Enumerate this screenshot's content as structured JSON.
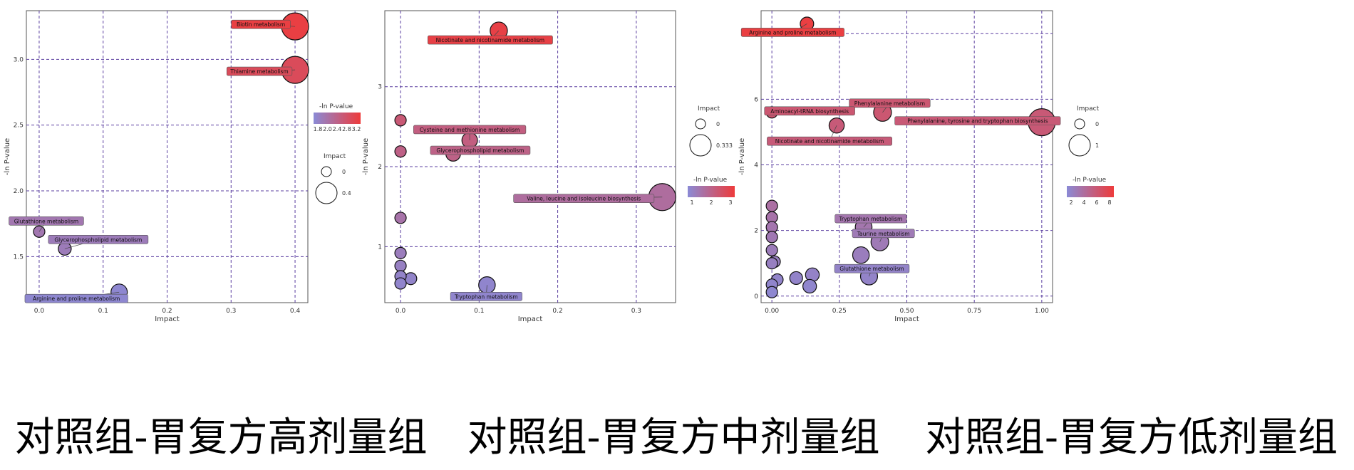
{
  "chart_data": [
    {
      "type": "scatter",
      "xlabel": "Impact",
      "ylabel": "-ln P-value",
      "xlim": [
        -0.02,
        0.42
      ],
      "ylim": [
        1.15,
        3.37
      ],
      "x_ticks": [
        "0.0",
        "0.1",
        "0.2",
        "0.3",
        "0.4"
      ],
      "y_ticks": [
        "1.5",
        "2.0",
        "2.5",
        "3.0"
      ],
      "grid": true,
      "color_legend": {
        "title": "-ln P-value",
        "ticks": [
          "1.8",
          "2.0",
          "2.4",
          "2.8",
          "3.2"
        ],
        "low_color": "#8a8ad6",
        "high_color": "#ee3b3b"
      },
      "size_legend": {
        "title": "Impact",
        "ticks": [
          "0",
          "0.4"
        ]
      },
      "caption": "对照组-胃复方高剂量组",
      "points": [
        {
          "x": 0.4,
          "y": 3.25,
          "label": "Biotin metabolism"
        },
        {
          "x": 0.4,
          "y": 2.92,
          "label": "Thiamine metabolism"
        },
        {
          "x": 0.0,
          "y": 1.69,
          "label": "Glutathione metabolism"
        },
        {
          "x": 0.04,
          "y": 1.56,
          "label": "Glycerophospholipid metabolism"
        },
        {
          "x": 0.125,
          "y": 1.23,
          "label": "Arginine and proline metabolism"
        }
      ]
    },
    {
      "type": "scatter",
      "xlabel": "Impact",
      "ylabel": "-ln P-value",
      "xlim": [
        -0.02,
        0.35
      ],
      "ylim": [
        0.3,
        3.95
      ],
      "x_ticks": [
        "0.0",
        "0.1",
        "0.2",
        "0.3"
      ],
      "y_ticks": [
        "1",
        "2",
        "3"
      ],
      "grid": true,
      "color_legend": {
        "title": "-ln P-value",
        "ticks": [
          "1",
          "2",
          "3"
        ],
        "low_color": "#8a8ad6",
        "high_color": "#ee3b3b"
      },
      "size_legend": {
        "title": "Impact",
        "ticks": [
          "0",
          "0.333"
        ]
      },
      "caption": "对照组-胃复方中剂量组",
      "points": [
        {
          "x": 0.125,
          "y": 3.7,
          "label": "Nicotinate and nicotinamide metabolism"
        },
        {
          "x": 0.088,
          "y": 2.33,
          "label": "Cysteine and methionine metabolism"
        },
        {
          "x": 0.067,
          "y": 2.16,
          "label": "Glycerophospholipid metabolism"
        },
        {
          "x": 0.333,
          "y": 1.62,
          "label": "Valine, leucine and isoleucine biosynthesis"
        },
        {
          "x": 0.11,
          "y": 0.52,
          "label": "Tryptophan metabolism"
        },
        {
          "x": 0.0,
          "y": 2.58,
          "label": ""
        },
        {
          "x": 0.0,
          "y": 2.19,
          "label": ""
        },
        {
          "x": 0.0,
          "y": 1.36,
          "label": ""
        },
        {
          "x": 0.0,
          "y": 0.92,
          "label": ""
        },
        {
          "x": 0.0,
          "y": 0.76,
          "label": ""
        },
        {
          "x": 0.0,
          "y": 0.63,
          "label": ""
        },
        {
          "x": 0.0,
          "y": 0.54,
          "label": ""
        },
        {
          "x": 0.013,
          "y": 0.6,
          "label": ""
        }
      ]
    },
    {
      "type": "scatter",
      "xlabel": "Impact",
      "ylabel": "-ln P-value",
      "xlim": [
        -0.04,
        1.04
      ],
      "ylim": [
        -0.2,
        8.7
      ],
      "x_ticks": [
        "0.00",
        "0.25",
        "0.50",
        "0.75",
        "1.00"
      ],
      "y_ticks": [
        "0",
        "2",
        "4",
        "6",
        "8"
      ],
      "grid": true,
      "color_legend": {
        "title": "-ln P-value",
        "ticks": [
          "2",
          "4",
          "6",
          "8"
        ],
        "low_color": "#8a8ad6",
        "high_color": "#ee3b3b"
      },
      "size_legend": {
        "title": "Impact",
        "ticks": [
          "0",
          "1"
        ]
      },
      "caption": "对照组-胃复方低剂量组",
      "points": [
        {
          "x": 0.13,
          "y": 8.3,
          "label": "Arginine and proline metabolism"
        },
        {
          "x": 0.41,
          "y": 5.6,
          "label": "Phenylalanine metabolism"
        },
        {
          "x": 0.0,
          "y": 5.6,
          "label": "Aminoacyl-tRNA biosynthesis"
        },
        {
          "x": 0.24,
          "y": 5.2,
          "label": "Nicotinate and nicotinamide metabolism"
        },
        {
          "x": 1.0,
          "y": 5.3,
          "label": "Phenylalanine, tyrosine and tryptophan biosynthesis"
        },
        {
          "x": 0.34,
          "y": 2.1,
          "label": "Tryptophan metabolism"
        },
        {
          "x": 0.4,
          "y": 1.65,
          "label": "Taurine metabolism"
        },
        {
          "x": 0.33,
          "y": 1.25,
          "label": ""
        },
        {
          "x": 0.36,
          "y": 0.6,
          "label": "Glutathione metabolism"
        },
        {
          "x": 0.0,
          "y": 2.75,
          "label": ""
        },
        {
          "x": 0.0,
          "y": 2.4,
          "label": ""
        },
        {
          "x": 0.0,
          "y": 2.1,
          "label": ""
        },
        {
          "x": 0.0,
          "y": 1.8,
          "label": ""
        },
        {
          "x": 0.0,
          "y": 1.4,
          "label": ""
        },
        {
          "x": 0.0,
          "y": 1.0,
          "label": ""
        },
        {
          "x": 0.01,
          "y": 1.05,
          "label": ""
        },
        {
          "x": 0.0,
          "y": 0.35,
          "label": ""
        },
        {
          "x": 0.0,
          "y": 0.12,
          "label": ""
        },
        {
          "x": 0.02,
          "y": 0.5,
          "label": ""
        },
        {
          "x": 0.09,
          "y": 0.55,
          "label": ""
        },
        {
          "x": 0.15,
          "y": 0.65,
          "label": ""
        },
        {
          "x": 0.14,
          "y": 0.3,
          "label": ""
        }
      ]
    }
  ]
}
